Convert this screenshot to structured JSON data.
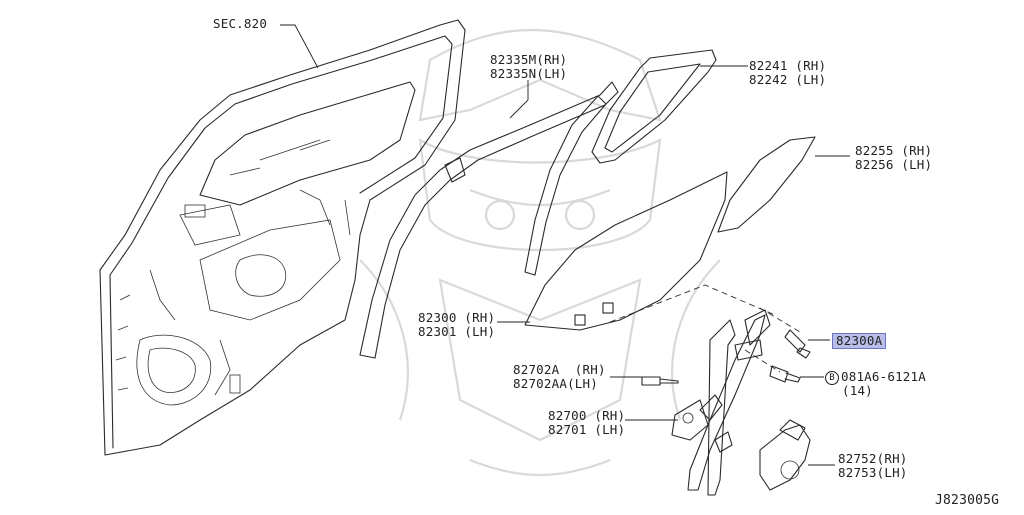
{
  "diagram_code": "J823005G",
  "labels": {
    "sec820": "SEC.820",
    "l82335m": "82335M(RH)",
    "l82335n": "82335N(LH)",
    "l82241": "82241 (RH)",
    "l82242": "82242 (LH)",
    "l82255": "82255 (RH)",
    "l82256": "82256 (LH)",
    "l82300a": "82300A",
    "l82300": "82300 (RH)",
    "l82301": "82301 (LH)",
    "l82702a": "82702A  (RH)",
    "l82702aa": "82702AA(LH)",
    "bolt_marker": "B",
    "l081a6": "081A6-6121A",
    "l14": "(14)",
    "l82700": "82700 (RH)",
    "l82701": "82701 (LH)",
    "l82752": "82752(RH)",
    "l82753": "82753(LH)"
  },
  "colors": {
    "highlight_fill": "#b9bee8",
    "highlight_border": "#6b74c7",
    "line": "#2a2a2a",
    "watermark": "#d9d9d9"
  }
}
